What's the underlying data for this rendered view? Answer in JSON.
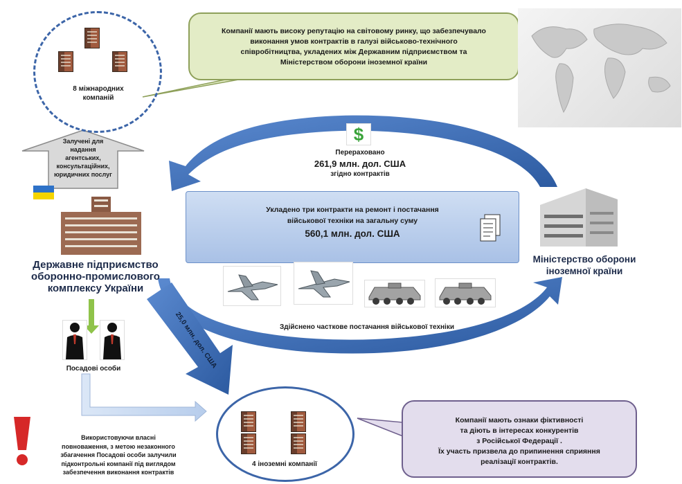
{
  "top_bubble": {
    "lines": [
      "Компанії мають високу репутацію на світовому ринку, що забезпечувало",
      "виконання умов контрактів в галузі військово-технічного",
      "співробітництва, укладених між Державним підприємством та",
      "Міністерством оборони іноземної країни"
    ]
  },
  "intl_companies": {
    "label_line1": "8 міжнародних",
    "label_line2": "компаній"
  },
  "up_arrow": {
    "lines": [
      "Залучені для",
      "надання",
      "агентських,",
      "консультаційних,",
      "юридичних послуг"
    ]
  },
  "transfer": {
    "line1": "Перераховано",
    "line2": "261,9 млн. дол. США",
    "line3": "згідно контрактів"
  },
  "contract_scroll": {
    "line1": "Укладено три контракти на ремонт і постачання",
    "line2": "військової техніки на загальну суму",
    "line3": "560,1 млн. дол. США"
  },
  "state_enterprise": {
    "line1": "Державне підприємство",
    "line2": "оборонно-промислового",
    "line3": "комплексу України"
  },
  "ministry": {
    "line1": "Міністерство оборони",
    "line2": "іноземної країни"
  },
  "delivery_caption": "Здійснено часткове постачання військової техніки",
  "diagonal_amount": "25,0 млн. дол. США",
  "officials_label": "Посадові особи",
  "foreign_companies": {
    "label": "4 іноземні компанії"
  },
  "bottom_left_text": {
    "lines": [
      "Використовуючи власні",
      "повноваження, з метою незаконного",
      "збагачення Посадові особи залучили",
      "підконтрольні компанії під виглядом",
      "забезпечення виконання контрактів"
    ]
  },
  "bottom_bubble": {
    "lines": [
      "Компанії мають ознаки фіктивності",
      "та діють в інтересах конкурентів",
      "з Російської Федерації .",
      "Їх участь призвела до припинення сприяння",
      "реалізації контрактів."
    ]
  },
  "colors": {
    "arrow_blue": "#3c6fb5",
    "green_bubble": "#e3ecc6",
    "purple_bubble": "#e3dded",
    "dollar_green": "#3aa33a"
  },
  "icons": [
    "building-icon",
    "dollar-icon",
    "document-icon",
    "fighter-jet-icon",
    "armored-vehicle-icon",
    "person-icon",
    "exclamation-icon",
    "ukraine-flag-icon",
    "world-map-icon"
  ]
}
